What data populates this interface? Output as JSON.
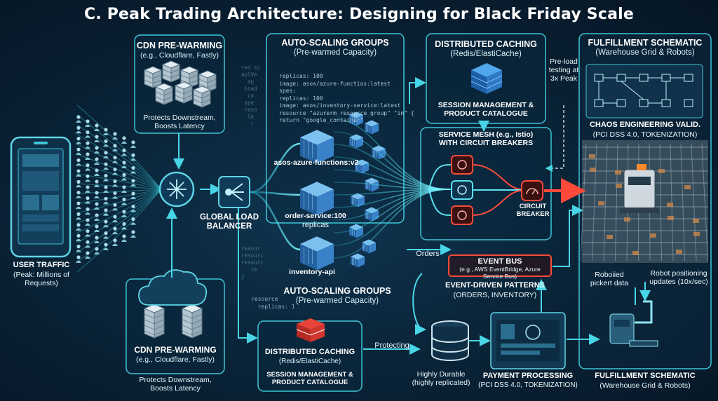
{
  "title": "C. Peak Trading Architecture: Designing for Black Friday Scale",
  "user_traffic": {
    "title": "USER TRAFFIC",
    "sub": "(Peak: Millions of Requests)"
  },
  "cdn_top": {
    "title": "CDN PRE-WARMING",
    "sub": "(e.g., Cloudflare, Fastly)",
    "note": "Protects Downstream, Boosts Latency"
  },
  "cdn_bottom": {
    "title": "CDN PRE-WARMING",
    "sub": "(e.g., Cloudflare, Fastly)",
    "note": "Protects Downstream, Boosts Latency"
  },
  "load_balancer": {
    "label": "GLOBAL LOAD BALANCER"
  },
  "asg_top": {
    "title": "AUTO-SCALING GROUPS",
    "sub": "(Pre-warmed Capacity)",
    "code": [
      "replicas: 100",
      "image: asos/azure-functios:latest",
      "spes:",
      "replicas: 100",
      "image: asos/inventory-service:latest",
      "resource \"azurerm_resource_group\" \"in\" {",
      "return \"google_container\""
    ],
    "services": [
      "asos-azure-functions:v2",
      "order-service:100",
      "replicas",
      "inventory-api"
    ]
  },
  "asg_bottom": {
    "title": "AUTO-SCALING GROUPS",
    "sub": "(Pre-warmed Capacity)",
    "code": [
      "resource",
      "replicas: 1"
    ]
  },
  "cache_top": {
    "title": "DISTRIBUTED CACHING",
    "sub": "(Redis/ElastiCache)",
    "note": "SESSION MANAGEMENT & PRODUCT CATALOGUE"
  },
  "cache_bottom": {
    "title": "DISTRIBUTED CACHING",
    "sub": "(Redis/ElastiCache)",
    "note": "SESSION MANAGEMENT & PRODUCT CATALOGUE",
    "edge_label": "Protecting"
  },
  "preload": {
    "text": "Pre-load testing at 3x Peak"
  },
  "service_mesh": {
    "title": "SERVICE MESH (e.g., Istio) WITH CIRCUIT BREAKERS",
    "breaker": "CIRCUIT BREAKER"
  },
  "event_bus": {
    "title": "EVENT BUS",
    "sub": "(e.g., AWS EventBridge, Azure Service Bus)",
    "patterns": "EVENT-DRIVEN PATTERNS",
    "patterns_sub": "(ORDERS, INVENTORY)",
    "orders": "Orders"
  },
  "database": {
    "note": "Highly Durable (highly replicated)"
  },
  "payment": {
    "title": "PAYMENT PROCESSING",
    "sub": "(PCI DSS 4.0, TOKENIZATION)"
  },
  "fulfillment_top": {
    "title": "FULFILLMENT SCHEMATIC",
    "sub": "(Warehouse Grid & Robots)"
  },
  "chaos": {
    "title": "CHAOS ENGINEERING VALID.",
    "sub": "(PCI DSS 4.0, TOKENIZATION)"
  },
  "robot_data": {
    "left": "Roboiied pickert data",
    "right": "Robot positioning updates (10x/sec)"
  },
  "fulfillment_bottom": {
    "title": "FULFILLMENT SCHEMATIC",
    "sub": "(Warehouse Grid & Robots)"
  },
  "colors": {
    "accent": "#3ec6d8",
    "alert": "#e8443a",
    "background": "#071a2b"
  }
}
